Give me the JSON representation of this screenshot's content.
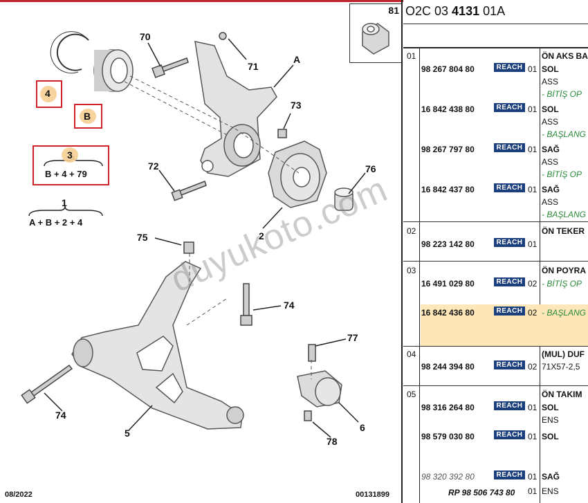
{
  "diagram": {
    "callouts": [
      "81",
      "70",
      "71",
      "A",
      "73",
      "72",
      "76",
      "2",
      "75",
      "74",
      "77",
      "6",
      "78",
      "5",
      "74",
      "4",
      "B",
      "3",
      "1"
    ],
    "formula3": "B + 4 + 79",
    "formula1": "A + B + 2 + 4",
    "date": "08/2022",
    "code": "00131899",
    "watermark": "duyukoto.com"
  },
  "header": {
    "ref_prefix": "O2C 03 ",
    "ref_bold": "4131",
    "ref_suffix": " 01A"
  },
  "colors": {
    "reach": "#1b3f7c",
    "highlight": "#fde6b8",
    "redbox": "#d0202a",
    "green": "#2a8a3a"
  },
  "sections": [
    {
      "num": "01",
      "title": "ÖN AKS BA"
    },
    {
      "num": "02",
      "title": "ÖN TEKER"
    },
    {
      "num": "03",
      "title": "ÖN POYRA"
    },
    {
      "num": "04",
      "title": "(MUL) DUF"
    },
    {
      "num": "05",
      "title": "ÖN TAKIM"
    }
  ],
  "rows": [
    {
      "pn": "98 267 804 80",
      "qty": "01",
      "d1": "SOL",
      "d2": "ASS",
      "d3": "- BİTİŞ OP"
    },
    {
      "pn": "16 842 438 80",
      "qty": "01",
      "d1": "SOL",
      "d2": "ASS",
      "d3": "- BAŞLANG"
    },
    {
      "pn": "98 267 797 80",
      "qty": "01",
      "d1": "SAĞ",
      "d2": "ASS",
      "d3": "- BİTİŞ OP"
    },
    {
      "pn": "16 842 437 80",
      "qty": "01",
      "d1": "SAĞ",
      "d2": "ASS",
      "d3": "- BAŞLANG"
    },
    {
      "pn": "98 223 142 80",
      "qty": "01"
    },
    {
      "pn": "16 491 029 80",
      "qty": "02",
      "d1": "- BİTİŞ OP"
    },
    {
      "pn": "16 842 436 80",
      "qty": "02",
      "d1": "- BAŞLANG"
    },
    {
      "pn": "98 244 394 80",
      "qty": "02",
      "d1": "71X57-2,5"
    },
    {
      "pn": "98 316 264 80",
      "qty": "01",
      "d1": "SOL",
      "d2": "ENS"
    },
    {
      "pn": "98 579 030 80",
      "qty": "01",
      "d1": "SOL"
    },
    {
      "pn": "98 320 392 80",
      "qty": "01",
      "d1": "SAĞ"
    },
    {
      "pn": "RP 98 506 743 80",
      "qty": "01",
      "d1": "ENS"
    }
  ],
  "reach_label": "REACH"
}
